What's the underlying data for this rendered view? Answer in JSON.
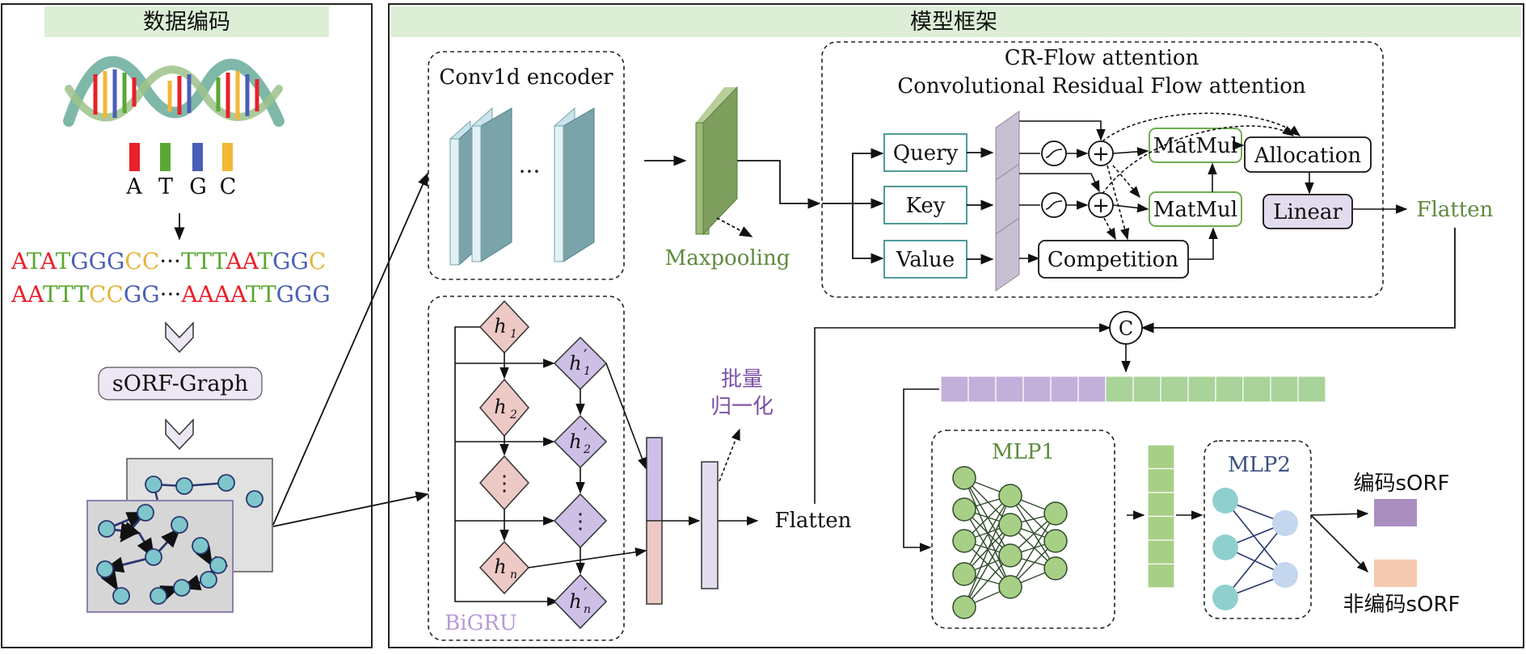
{
  "encoding_panel": {
    "title": "数据编码",
    "bases": [
      "A",
      "T",
      "G",
      "C"
    ],
    "base_colors": [
      "#e8202a",
      "#5aa832",
      "#4a5fb5",
      "#f3b736"
    ],
    "sequence_line1": [
      {
        "t": "A",
        "c": "#e8202a"
      },
      {
        "t": "T",
        "c": "#5aa832"
      },
      {
        "t": "A",
        "c": "#e8202a"
      },
      {
        "t": "T",
        "c": "#5aa832"
      },
      {
        "t": "G",
        "c": "#4a5fb5"
      },
      {
        "t": "G",
        "c": "#4a5fb5"
      },
      {
        "t": "G",
        "c": "#4a5fb5"
      },
      {
        "t": "C",
        "c": "#e6b43a"
      },
      {
        "t": "C",
        "c": "#e6b43a"
      },
      {
        "t": "···",
        "c": "#222222"
      },
      {
        "t": "T",
        "c": "#5aa832"
      },
      {
        "t": "T",
        "c": "#5aa832"
      },
      {
        "t": "T",
        "c": "#5aa832"
      },
      {
        "t": "A",
        "c": "#e8202a"
      },
      {
        "t": "A",
        "c": "#e8202a"
      },
      {
        "t": "T",
        "c": "#5aa832"
      },
      {
        "t": "G",
        "c": "#4a5fb5"
      },
      {
        "t": "G",
        "c": "#4a5fb5"
      },
      {
        "t": "C",
        "c": "#e6b43a"
      }
    ],
    "sequence_line2": [
      {
        "t": "A",
        "c": "#e8202a"
      },
      {
        "t": "A",
        "c": "#e8202a"
      },
      {
        "t": "T",
        "c": "#5aa832"
      },
      {
        "t": "T",
        "c": "#5aa832"
      },
      {
        "t": "T",
        "c": "#5aa832"
      },
      {
        "t": "C",
        "c": "#e6b43a"
      },
      {
        "t": "C",
        "c": "#e6b43a"
      },
      {
        "t": "G",
        "c": "#4a5fb5"
      },
      {
        "t": "G",
        "c": "#4a5fb5"
      },
      {
        "t": "···",
        "c": "#222222"
      },
      {
        "t": "A",
        "c": "#e8202a"
      },
      {
        "t": "A",
        "c": "#e8202a"
      },
      {
        "t": "A",
        "c": "#e8202a"
      },
      {
        "t": "A",
        "c": "#e8202a"
      },
      {
        "t": "T",
        "c": "#5aa832"
      },
      {
        "t": "T",
        "c": "#5aa832"
      },
      {
        "t": "G",
        "c": "#4a5fb5"
      },
      {
        "t": "G",
        "c": "#4a5fb5"
      },
      {
        "t": "G",
        "c": "#4a5fb5"
      }
    ],
    "graph_label": "sORF-Graph"
  },
  "model_panel": {
    "title": "模型框架",
    "conv": {
      "title": "Conv1d encoder",
      "ellipsis": "···"
    },
    "maxpool_label": "Maxpooling",
    "attention": {
      "title1": "CR-Flow attention",
      "title2": "Convolutional Residual Flow attention",
      "query": "Query",
      "key": "Key",
      "value": "Value",
      "matmul1": "MatMul",
      "matmul2": "MatMul",
      "allocation": "Allocation",
      "competition": "Competition",
      "linear": "Linear",
      "plus": "+",
      "flatten": "Flatten"
    },
    "bigru": {
      "label": "BiGRU",
      "forward": [
        "h",
        "h",
        "⋮",
        "h"
      ],
      "forward_sub": [
        "1",
        "2",
        "",
        "n"
      ],
      "backward_sub": [
        "1",
        "2",
        "",
        "n"
      ],
      "vdots": "⋮",
      "prime": "′"
    },
    "batchnorm_line1": "批量",
    "batchnorm_line2": "归一化",
    "flatten2": "Flatten",
    "concat_symbol": "C",
    "mlp1": "MLP1",
    "mlp2": "MLP2",
    "output_coding": "编码sORF",
    "output_noncoding": "非编码sORF"
  },
  "colors": {
    "header_bg": "#dcefd6",
    "conv_fill": "#7aa3aa",
    "maxpool_fill": "#7e9e5e",
    "green_text": "#5e8a3e",
    "purple_text": "#7a4fa6",
    "hn_fill": "#ecc9c4",
    "hp_fill": "#cdbfe6",
    "teal_border": "#3d8f8f",
    "green_border": "#6dae4f",
    "linear_fill": "#e3dbee",
    "seg_purple": "#c3b0da",
    "seg_green": "#a9d398",
    "mlp1_fill": "#a7cf86",
    "mlp2_fill": "#8fd0cf",
    "coding_fill": "#a98fc0",
    "noncoding_fill": "#f4c9b0"
  }
}
